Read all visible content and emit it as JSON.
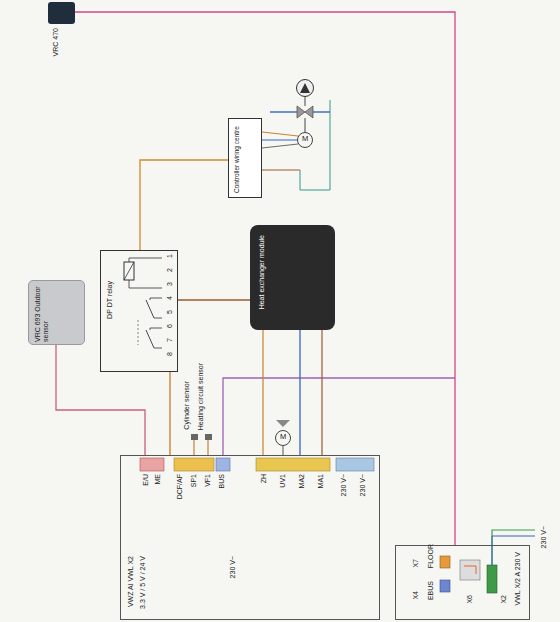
{
  "diagram": {
    "nodes": [
      {
        "text": [
          "VRC 470"
        ]
      },
      {
        "text": [
          "VRC 693 Outdoor sensor"
        ]
      },
      {
        "text": [
          "DP DT relay"
        ]
      },
      {
        "text": [
          "Heat exchanger module"
        ]
      },
      {
        "text": [
          "Controller wiring centre"
        ]
      },
      {
        "text": [
          "VWZ AI VWL X2",
          "3.3 V / 5 V / 24 V",
          "230 V~"
        ]
      },
      {
        "text": [
          "VWL X/2 A 230 V"
        ]
      }
    ],
    "edges": [
      {
        "from": 0,
        "to": 6,
        "arrow": "none"
      },
      {
        "from": 1,
        "to": 5,
        "arrow": "none"
      },
      {
        "from": 2,
        "to": 5,
        "arrow": "none"
      },
      {
        "from": 3,
        "to": 5,
        "arrow": "none"
      },
      {
        "from": 2,
        "to": 4,
        "arrow": "none"
      },
      {
        "from": 2,
        "to": 3,
        "arrow": "none"
      }
    ],
    "labels": [
      "Cylinder sensor",
      "Heating circuit sensor",
      "E/U",
      "ME",
      "DCF/AF",
      "SP1",
      "VF1",
      "BUS",
      "ZH",
      "UV1",
      "MA2",
      "MA1",
      "230 V~",
      "230 V~",
      "1",
      "2",
      "3",
      "4",
      "5",
      "6",
      "7",
      "8",
      "X7",
      "FLOOR",
      "X4",
      "EBUS",
      "X6",
      "X2",
      "230 V~",
      "M",
      "M"
    ]
  }
}
